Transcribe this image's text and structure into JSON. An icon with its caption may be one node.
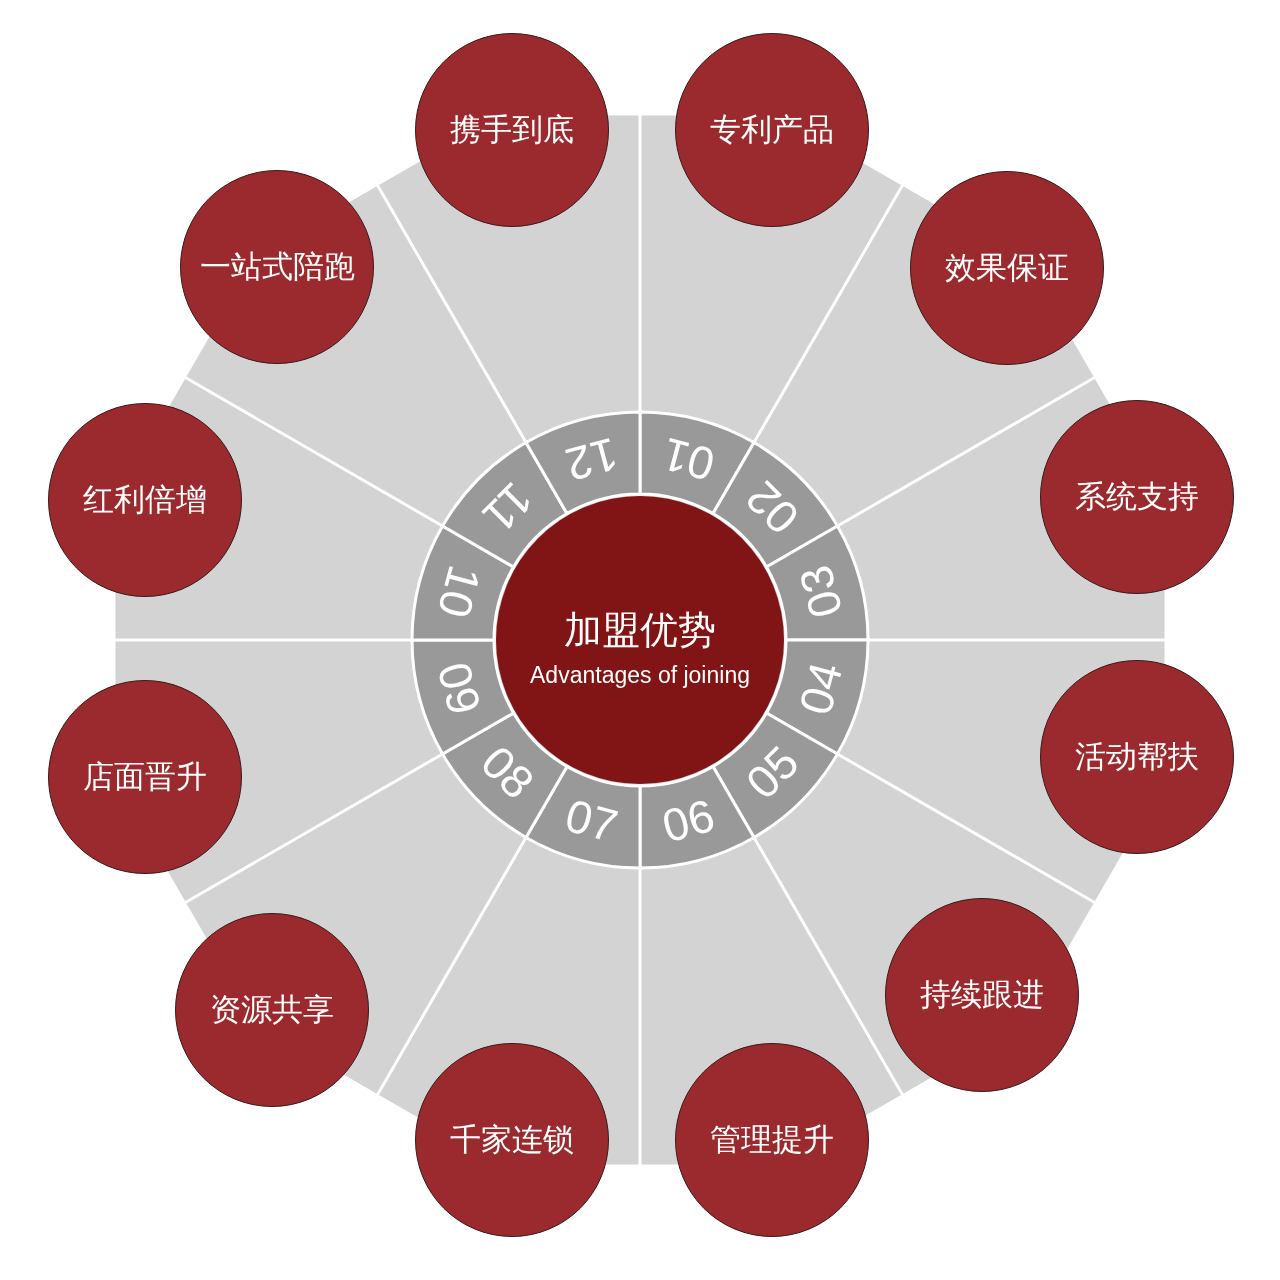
{
  "diagram": {
    "nodes": [
      {
        "text": [
          "加盟优势",
          "Advantages of joining"
        ]
      },
      {
        "text": [
          "01"
        ]
      },
      {
        "text": [
          "02"
        ]
      },
      {
        "text": [
          "03"
        ]
      },
      {
        "text": [
          "04"
        ]
      },
      {
        "text": [
          "05"
        ]
      },
      {
        "text": [
          "06"
        ]
      },
      {
        "text": [
          "07"
        ]
      },
      {
        "text": [
          "08"
        ]
      },
      {
        "text": [
          "09"
        ]
      },
      {
        "text": [
          "10"
        ]
      },
      {
        "text": [
          "11"
        ]
      },
      {
        "text": [
          "12"
        ]
      },
      {
        "text": [
          "专利产品"
        ]
      },
      {
        "text": [
          "效果保证"
        ]
      },
      {
        "text": [
          "系统支持"
        ]
      },
      {
        "text": [
          "活动帮扶"
        ]
      },
      {
        "text": [
          "持续跟进"
        ]
      },
      {
        "text": [
          "管理提升"
        ]
      },
      {
        "text": [
          "千家连锁"
        ]
      },
      {
        "text": [
          "资源共享"
        ]
      },
      {
        "text": [
          "店面晋升"
        ]
      },
      {
        "text": [
          "红利倍增"
        ]
      },
      {
        "text": [
          "一站式陪跑"
        ]
      },
      {
        "text": [
          "携手到底"
        ]
      }
    ],
    "edges": []
  }
}
